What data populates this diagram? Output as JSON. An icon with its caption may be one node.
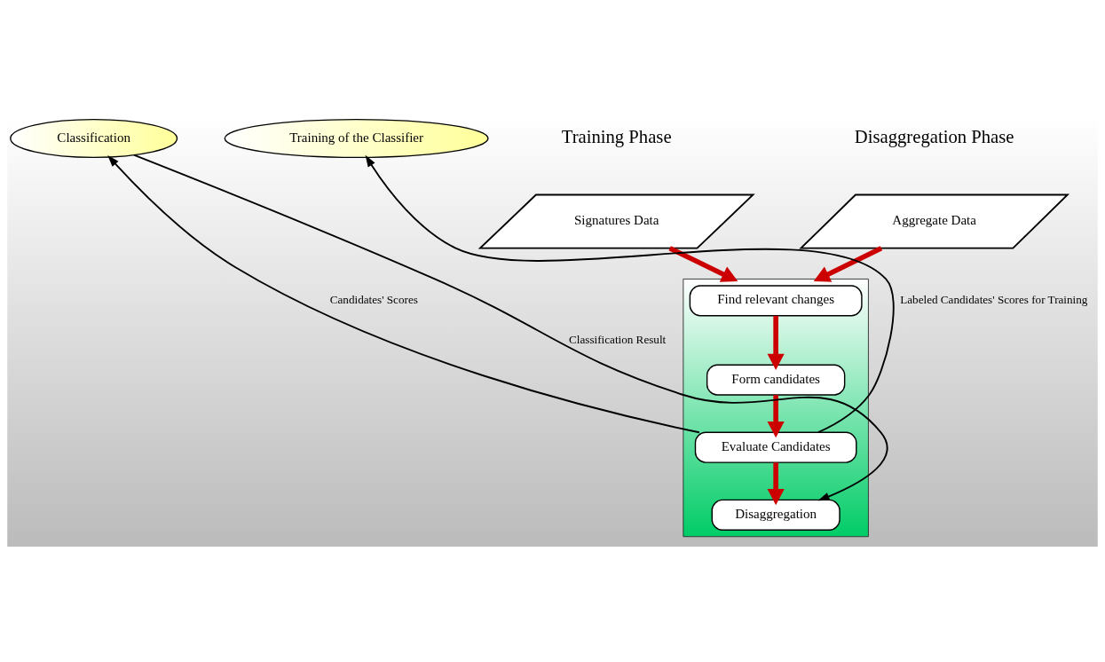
{
  "diagram": {
    "nodes": [
      {
        "text": [
          "Aggregate Data"
        ]
      },
      {
        "text": [
          "Signatures Data"
        ]
      },
      {
        "text": [],
        "shape": "box"
      },
      {
        "text": [
          "Find relevant changes"
        ],
        "in": 2
      },
      {
        "text": [
          "Form candidates"
        ],
        "in": 2
      },
      {
        "text": [
          "Evaluate Candidates"
        ],
        "in": 2
      },
      {
        "text": [
          "Disaggregation"
        ],
        "in": 2
      },
      {
        "text": [
          "Classification"
        ]
      },
      {
        "text": [
          "Training of the Classifier"
        ]
      }
    ],
    "edges": [
      {
        "from": 0,
        "to": 2,
        "arrow": "to"
      },
      {
        "from": 1,
        "to": 2,
        "arrow": "to"
      },
      {
        "from": 3,
        "to": 4,
        "arrow": "to"
      },
      {
        "from": 4,
        "to": 5,
        "arrow": "to"
      },
      {
        "from": 5,
        "to": 6,
        "arrow": "to"
      },
      {
        "from": 5,
        "to": 7,
        "arrow": "to",
        "label": "Candidates' Scores",
        "color": "#000000"
      },
      {
        "from": 7,
        "to": 6,
        "arrow": "to",
        "label": "Classification Result",
        "color": "#000000"
      },
      {
        "from": 5,
        "to": 8,
        "arrow": "to",
        "label": "Labeled Candidates' Scores for Training",
        "color": "#000000"
      }
    ],
    "labels": [
      "Disaggregation Phase",
      "Training Phase"
    ]
  }
}
